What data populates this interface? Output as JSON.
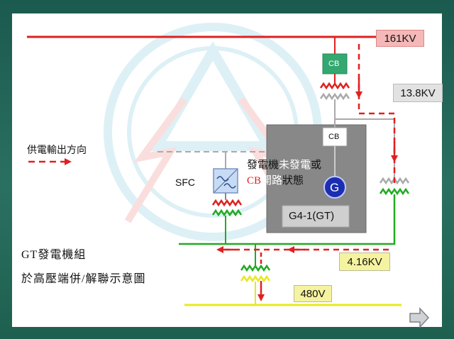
{
  "buses": {
    "kv161": "161KV",
    "kv13_8": "13.8KV",
    "kv4_16": "4.16KV",
    "v480": "480V"
  },
  "breakers": {
    "main": "CB",
    "generator": "CB"
  },
  "generator": {
    "symbol": "G",
    "unit_label": "G4-1(GT)"
  },
  "sfc": {
    "label": "SFC"
  },
  "legend": {
    "direction_text": "供電輸出方向"
  },
  "status_note": {
    "part1": "發電機",
    "part2": "未發電",
    "part3": "或",
    "part4": "CB",
    "part5": "開路",
    "part6": "狀態"
  },
  "caption": {
    "line1": "GT發電機組",
    "line2": "於高壓端併/解聯示意圖"
  },
  "colors": {
    "bus_red": "#e02020",
    "bus_green": "#22aa22",
    "bus_yellow": "#e8e820",
    "flow_red": "#e02020",
    "cb_green": "#33a870",
    "label_red_bg": "#f4b8b8",
    "label_gray_bg": "#e2e2e2",
    "label_yellow_bg": "#f5f3a0",
    "generator_blue": "#1b2db0",
    "gen_box_gray": "#888888"
  },
  "icons": {
    "transformer": "transformer-coil-icon",
    "generator": "generator-circle-icon",
    "sfc": "sfc-inverter-icon",
    "watermark": "taipower-logo-watermark",
    "next": "next-slide-arrow-icon"
  }
}
